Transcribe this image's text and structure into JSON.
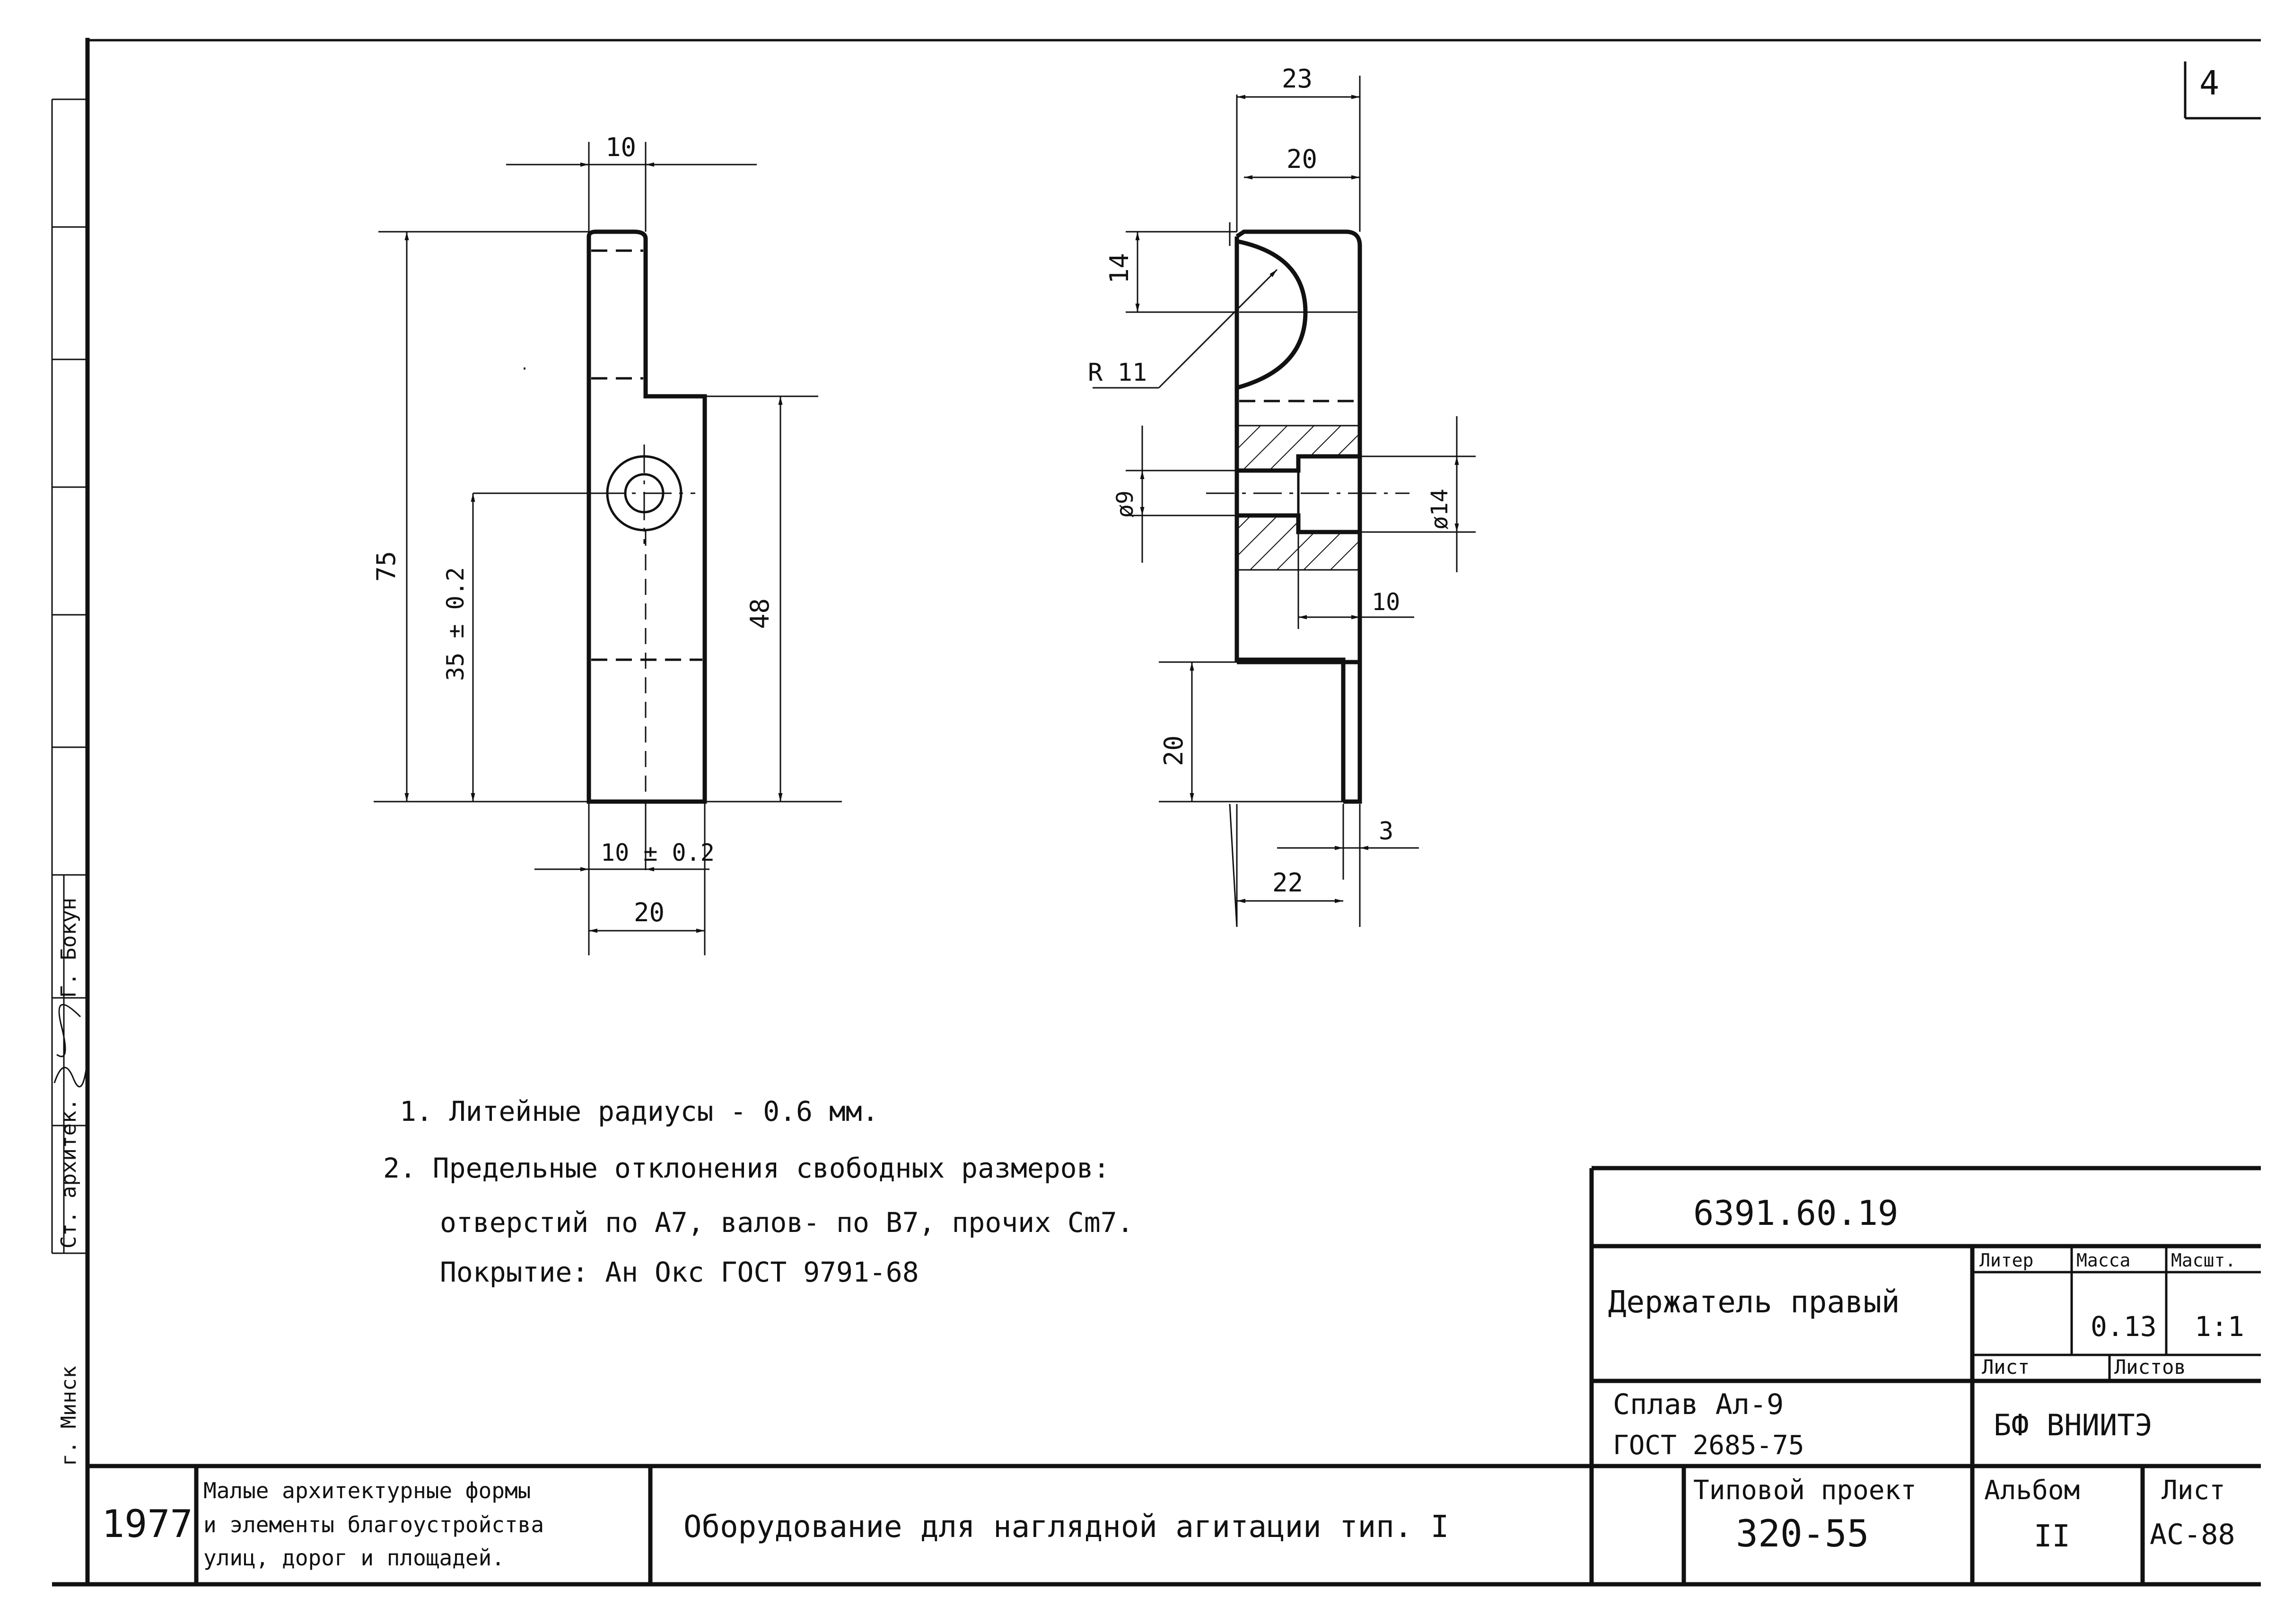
{
  "sheet_number": "4",
  "left_drawing": {
    "dims": {
      "top_width": "10",
      "overall_height": "75",
      "hole_position": "35 ± 0.2",
      "lower_height": "48",
      "bottom_offset": "10 ± 0.2",
      "bottom_width": "20"
    }
  },
  "right_drawing": {
    "dims": {
      "overall_width": "23",
      "inner_width": "20",
      "recess_depth": "14",
      "radius": "R 11",
      "hole_small": "ø9",
      "hole_large": "ø14",
      "counterbore_depth": "10",
      "lip_height": "20",
      "lip_thickness": "3",
      "bottom_width": "22"
    }
  },
  "notes": [
    "1. Литейные радиусы - 0.6 мм.",
    "2. Предельные отклонения свободных размеров:",
    "отверстий по A7, валов- по B7, прочих Cm7.",
    "Покрытие: Ан Окс ГОСТ 9791-68"
  ],
  "side_stamp": {
    "role1": "Ст. архитек.",
    "name1": "Г. Бокун",
    "city": "г. Минск"
  },
  "title_block": {
    "doc_code": "6391.60.19",
    "part_name": "Держатель правый",
    "col_liter": "Литер",
    "col_mass": "Масса",
    "col_scale": "Масшт.",
    "mass": "0.13",
    "scale": "1:1",
    "col_sheet": "Лист",
    "col_sheets": "Листов",
    "material_line1": "Сплав Ал-9",
    "material_line2": "ГОСТ 2685-75",
    "org": "БФ ВНИИТЭ"
  },
  "bottom_strip": {
    "year": "1977",
    "series_line1": "Малые архитектурные формы",
    "series_line2": "и элементы благоустройства",
    "series_line3": "улиц, дорог и площадей.",
    "project_title": "Оборудование для наглядной агитации тип. I",
    "typical_label": "Типовой проект",
    "typical_number": "320-55",
    "album_label": "Альбом",
    "album_number": "II",
    "sheet_label": "Лист",
    "sheet_code": "АС-88"
  }
}
